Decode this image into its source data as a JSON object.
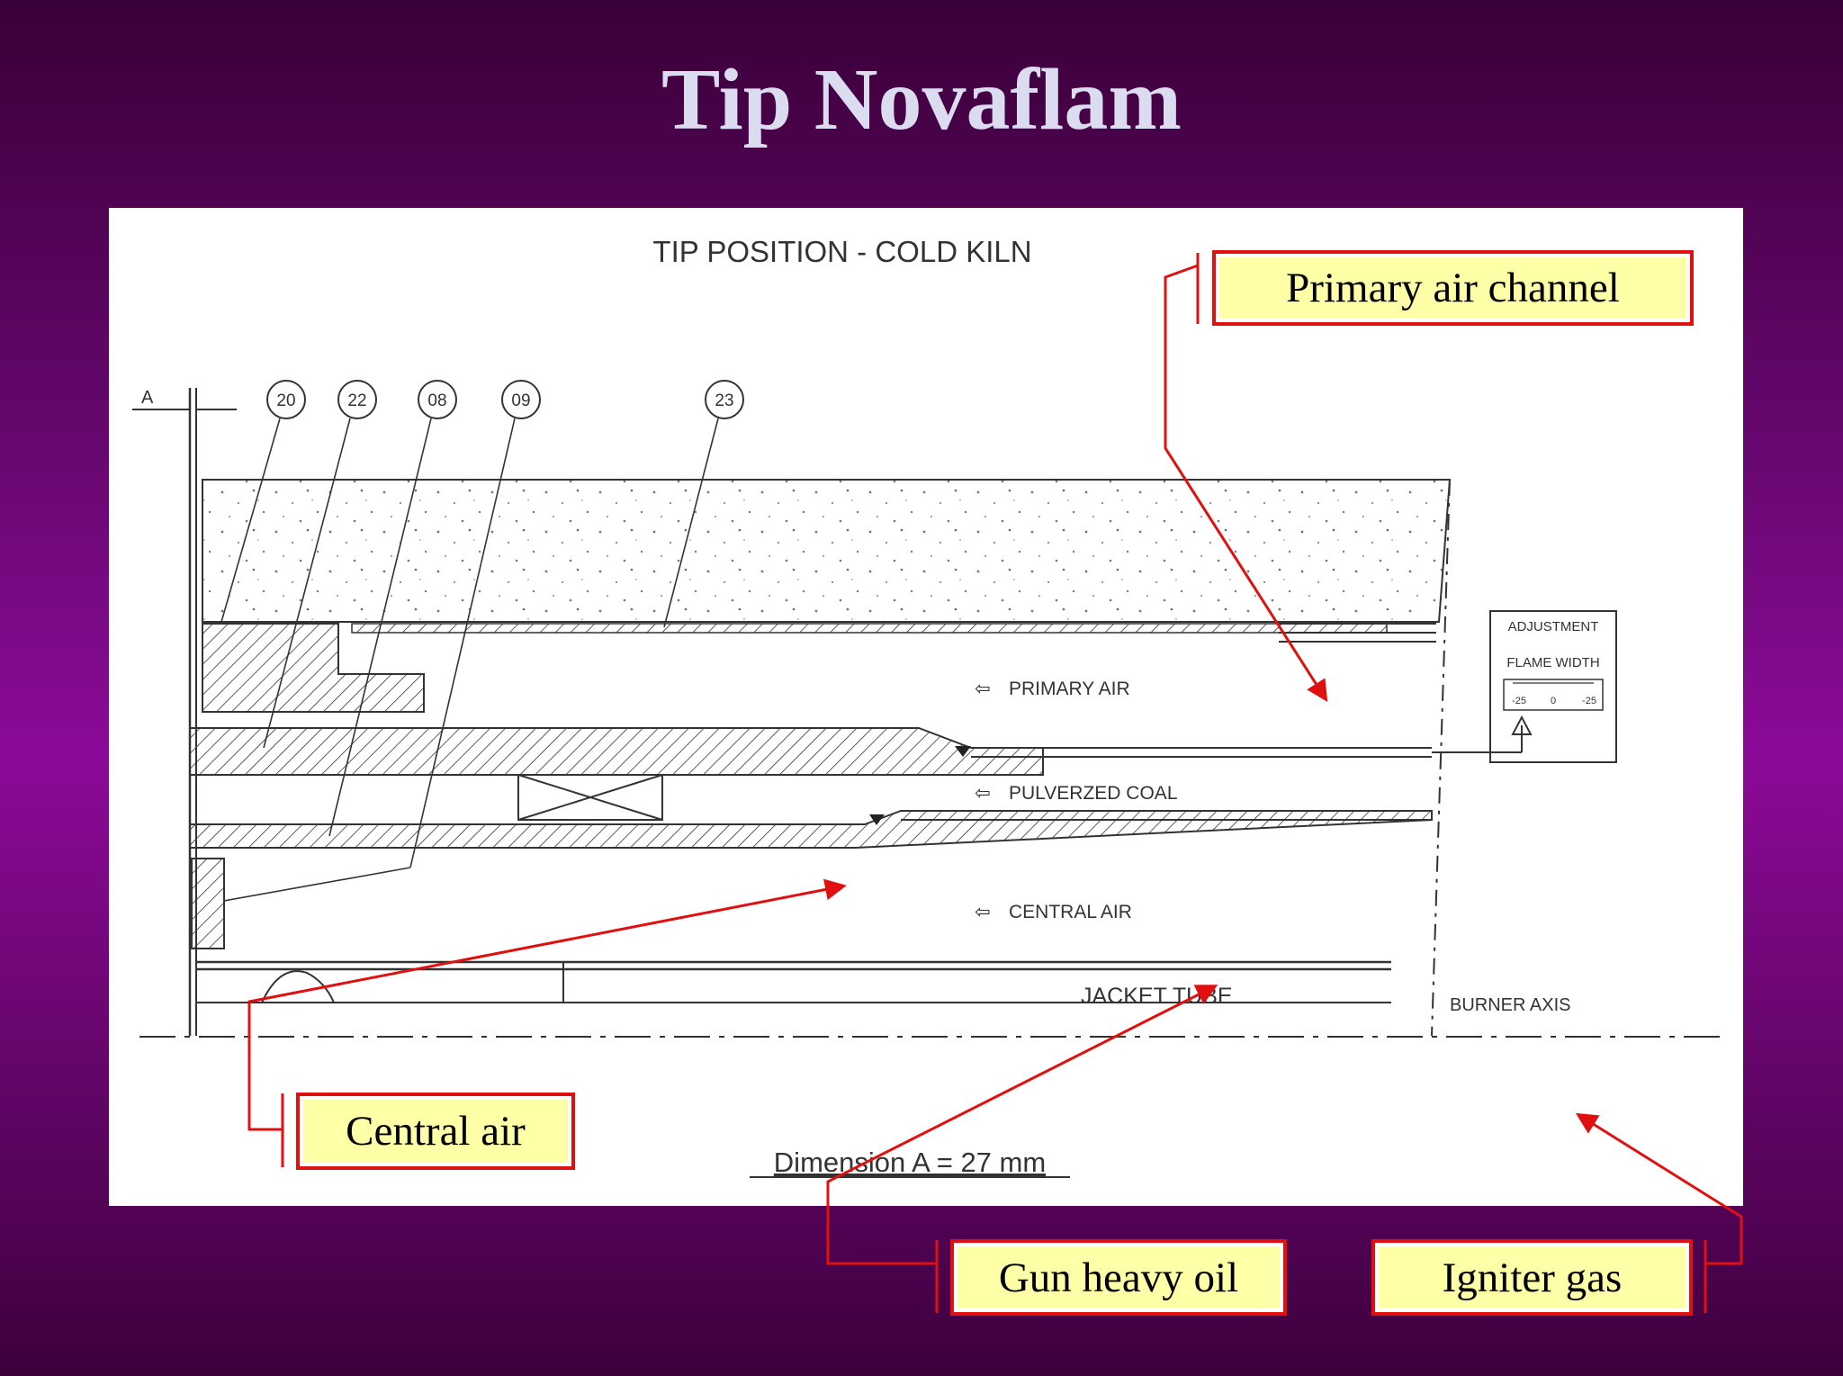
{
  "title": "Tip Novaflam",
  "drawing": {
    "heading": "TIP POSITION - COLD KILN",
    "dimension_label": "A",
    "part_numbers": [
      "20",
      "22",
      "08",
      "09",
      "23"
    ],
    "flow_labels": {
      "primary_air": "PRIMARY AIR",
      "pulverized_coal": "PULVERZED COAL",
      "central_air": "CENTRAL AIR"
    },
    "jacket_tube": "JACKET TUBE",
    "burner_axis": "BURNER AXIS",
    "adjustment": {
      "title": "ADJUSTMENT",
      "subtitle": "FLAME WIDTH",
      "scale": [
        "-25",
        "0",
        "-25"
      ]
    },
    "dimension_note": "Dimension A = 27 mm"
  },
  "callouts": {
    "primary_air_channel": "Primary air channel",
    "central_air": "Central air",
    "gun_heavy_oil": "Gun heavy oil",
    "igniter_gas": "Igniter gas"
  },
  "colors": {
    "callout_border": "#e01010",
    "callout_fill": "#ffffa8",
    "title": "#dcdcf0"
  }
}
